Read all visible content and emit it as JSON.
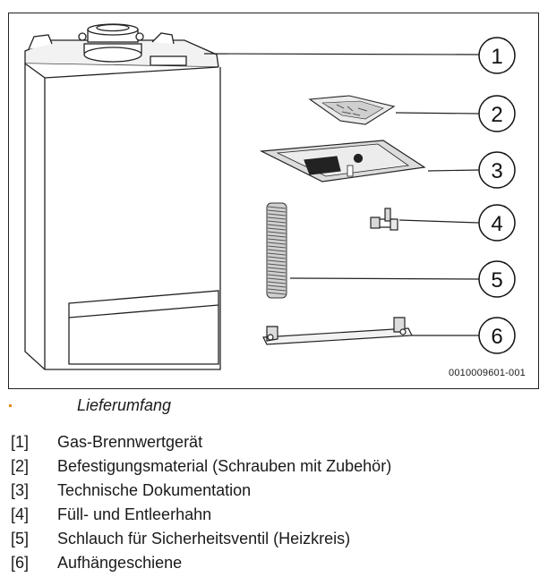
{
  "figure": {
    "code": "0010009601-001",
    "callouts": [
      "1",
      "2",
      "3",
      "4",
      "5",
      "6"
    ]
  },
  "caption": "Lieferumfang",
  "legend": [
    {
      "num": "[1]",
      "text": "Gas-Brennwertgerät"
    },
    {
      "num": "[2]",
      "text": "Befestigungsmaterial (Schrauben mit Zubehör)"
    },
    {
      "num": "[3]",
      "text": "Technische Dokumentation"
    },
    {
      "num": "[4]",
      "text": "Füll- und Entleerhahn"
    },
    {
      "num": "[5]",
      "text": "Schlauch für Sicherheitsventil (Heizkreis)"
    },
    {
      "num": "[6]",
      "text": "Aufhängeschiene"
    }
  ]
}
